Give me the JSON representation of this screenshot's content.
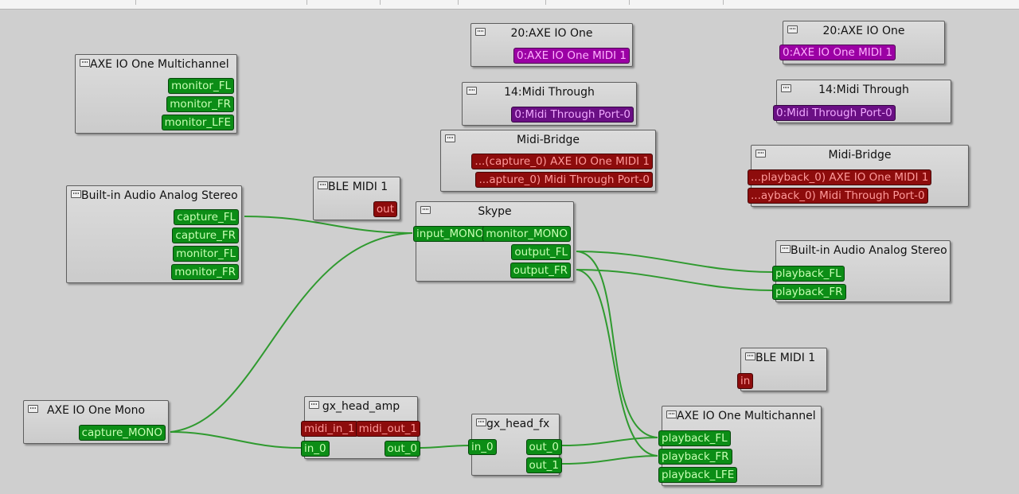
{
  "colors": {
    "canvas": "#cfcfcf",
    "audio_port": "#0c8d16",
    "midi_port": "#8d0c0c",
    "seq_port": "#9b00a4",
    "wire": "#2f9a2f"
  },
  "nodes": {
    "axe_multi_top": {
      "title": "AXE IO One Multichannel",
      "ports": [
        "monitor_FL",
        "monitor_FR",
        "monitor_LFE"
      ]
    },
    "builtin_capture": {
      "title": "Built-in Audio Analog Stereo",
      "ports": [
        "capture_FL",
        "capture_FR",
        "monitor_FL",
        "monitor_FR"
      ]
    },
    "ble_midi_out": {
      "title": "BLE MIDI 1",
      "ports": [
        "out"
      ]
    },
    "axe20_left": {
      "title": "20:AXE IO One",
      "ports": [
        "0:AXE IO One MIDI 1"
      ]
    },
    "midi14_left": {
      "title": "14:Midi Through",
      "ports": [
        "0:Midi Through Port-0"
      ]
    },
    "bridge_left": {
      "title": "Midi-Bridge",
      "ports": [
        "...(capture_0) AXE IO One MIDI 1",
        "...apture_0) Midi Through Port-0"
      ]
    },
    "skype": {
      "title": "Skype",
      "inputs": [
        "input_MONO"
      ],
      "outputs": [
        "monitor_MONO",
        "output_FL",
        "output_FR"
      ]
    },
    "axe20_right": {
      "title": "20:AXE IO One",
      "ports": [
        "0:AXE IO One MIDI 1"
      ]
    },
    "midi14_right": {
      "title": "14:Midi Through",
      "ports": [
        "0:Midi Through Port-0"
      ]
    },
    "bridge_right": {
      "title": "Midi-Bridge",
      "ports": [
        "...playback_0) AXE IO One MIDI 1",
        "...ayback_0) Midi Through Port-0"
      ]
    },
    "builtin_playback": {
      "title": "Built-in Audio Analog Stereo",
      "ports": [
        "playback_FL",
        "playback_FR"
      ]
    },
    "ble_midi_in": {
      "title": "BLE MIDI 1",
      "ports": [
        "in"
      ]
    },
    "axe_mono": {
      "title": "AXE IO One Mono",
      "ports": [
        "capture_MONO"
      ]
    },
    "gx_amp": {
      "title": "gx_head_amp",
      "midi_in": "midi_in_1",
      "midi_out": "midi_out_1",
      "in": "in_0",
      "out": "out_0"
    },
    "gx_fx": {
      "title": "gx_head_fx",
      "in": "in_0",
      "outputs": [
        "out_0",
        "out_1"
      ]
    },
    "axe_multi_bottom": {
      "title": "AXE IO One Multichannel",
      "ports": [
        "playback_FL",
        "playback_FR",
        "playback_LFE"
      ]
    }
  }
}
